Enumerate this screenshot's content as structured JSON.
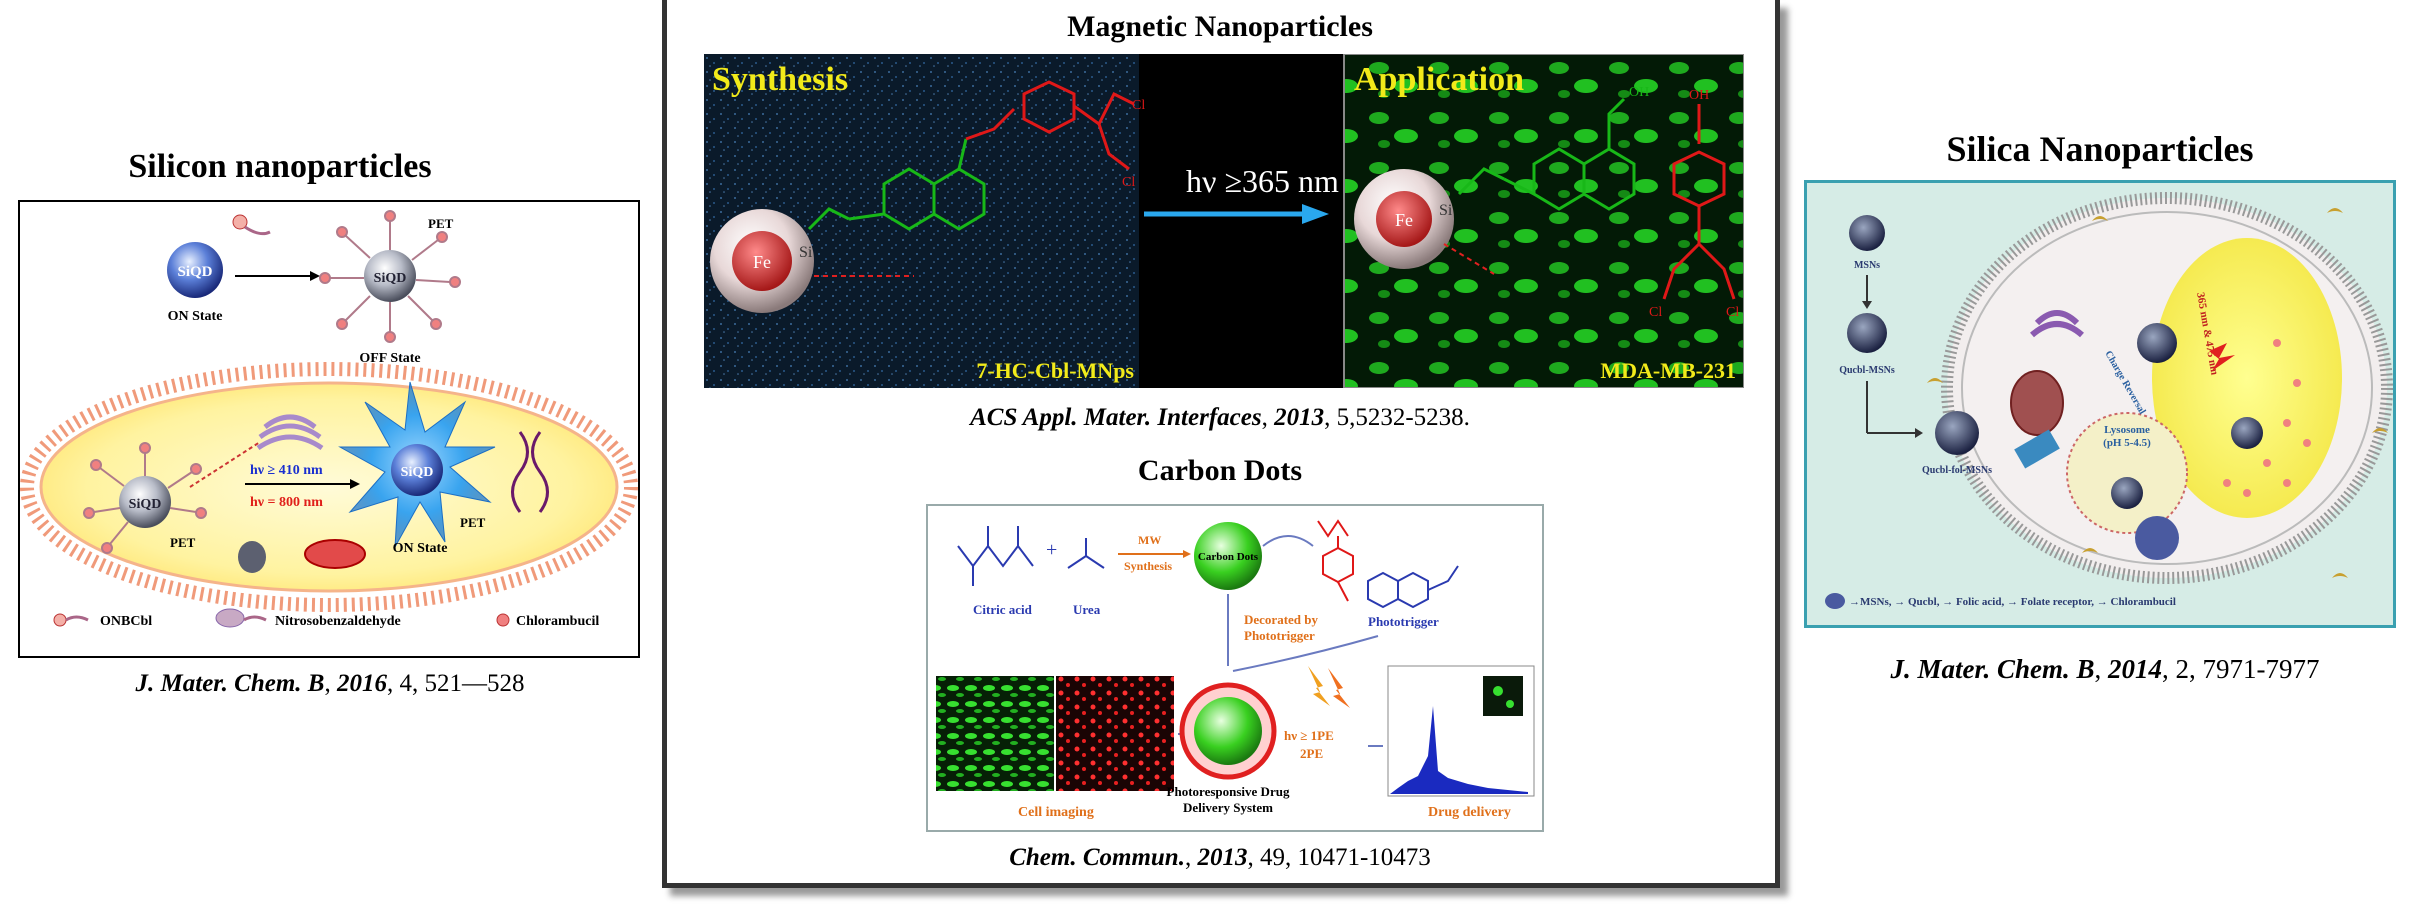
{
  "silicon": {
    "title": "Silicon nanoparticles",
    "sphere_label": "SiQD",
    "pet": "PET",
    "on_state": "ON State",
    "off_state": "OFF State",
    "hv1": "hν ≥ 410 nm",
    "hv2": "hν = 800 nm",
    "legend": [
      "ONBCbl",
      "Nitrosobenzaldehyde",
      "Chlorambucil"
    ],
    "ref_journal": "J. Mater. Chem. B",
    "ref_year": "2016",
    "ref_rest": ", 4, 521—528"
  },
  "magnetic": {
    "title": "Magnetic Nanoparticles",
    "synthesis": "Synthesis",
    "application": "Application",
    "hv": "hν ≥365 nm",
    "fe": "Fe",
    "si": "Si",
    "oh": "OH",
    "cl": "Cl",
    "left_caption": "7-HC-Cbl-MNps",
    "right_caption": "MDA-MB-231",
    "ref_journal": "ACS Appl. Mater. Interfaces",
    "ref_year": "2013",
    "ref_rest": ", 5,5232-5238."
  },
  "carbon": {
    "title": "Carbon Dots",
    "citric": "Citric acid",
    "urea": "Urea",
    "mw": "MW",
    "synthesis": "Synthesis",
    "carbon_dots": "Carbon Dots",
    "phototrigger": "Phototrigger",
    "decorated": "Decorated by",
    "decorated2": "Phototrigger",
    "cell_imaging": "Cell imaging",
    "pdds1": "Photoresponsive Drug",
    "pdds2": "Delivery System",
    "hv1": "hν ≥ 1PE",
    "hv2": "2PE",
    "drug_delivery": "Drug delivery",
    "ref_journal": "Chem. Commun.",
    "ref_year": "2013",
    "ref_rest": ", 49, 10471-10473"
  },
  "silica": {
    "title": "Silica Nanoparticles",
    "msns": "MSNs",
    "qucbl_msns": "Qucbl-MSNs",
    "qucbl_fol_msns": "Qucbl-fol-MSNs",
    "lysosome": "Lysosome",
    "ph": "(pH 5-4.5)",
    "charge_reversal": "Charge Reversal",
    "wavelengths": "365 nm & 475 nm",
    "legend": "→MSNs, → Qucbl, → Folic acid, → Folate receptor, → Chlorambucil",
    "ref_journal": "J. Mater. Chem. B",
    "ref_year": "2014",
    "ref_rest": ", 2, 7971-7977"
  }
}
